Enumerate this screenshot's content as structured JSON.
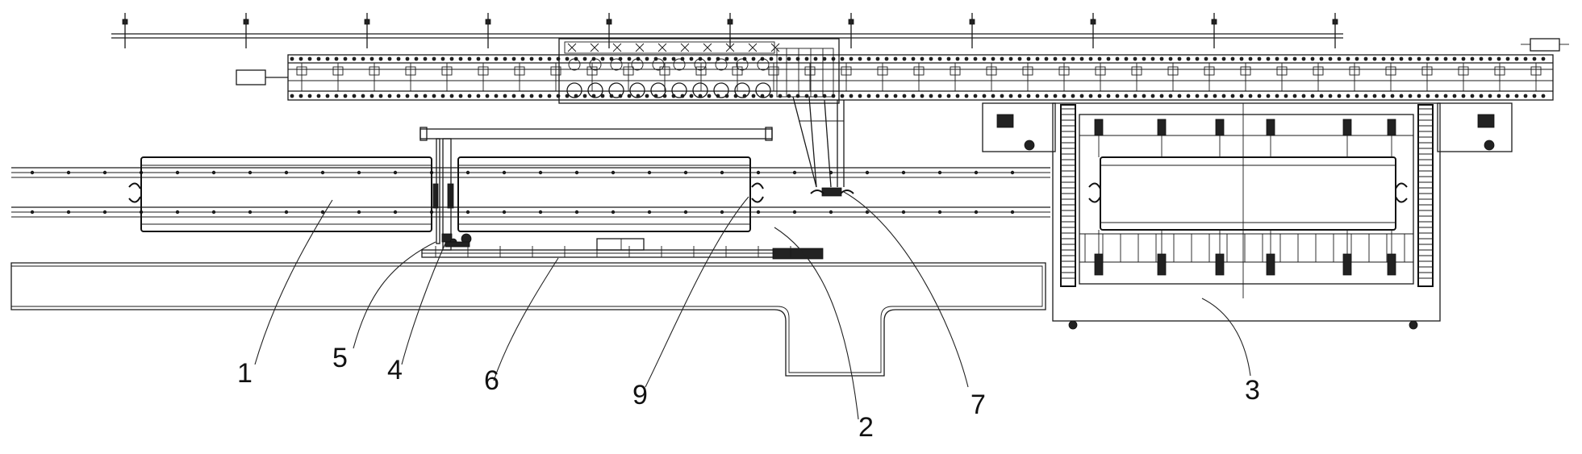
{
  "labels": {
    "l1": "1",
    "l2": "2",
    "l3": "3",
    "l4": "4",
    "l5": "5",
    "l6": "6",
    "l7": "7",
    "l9": "9"
  }
}
